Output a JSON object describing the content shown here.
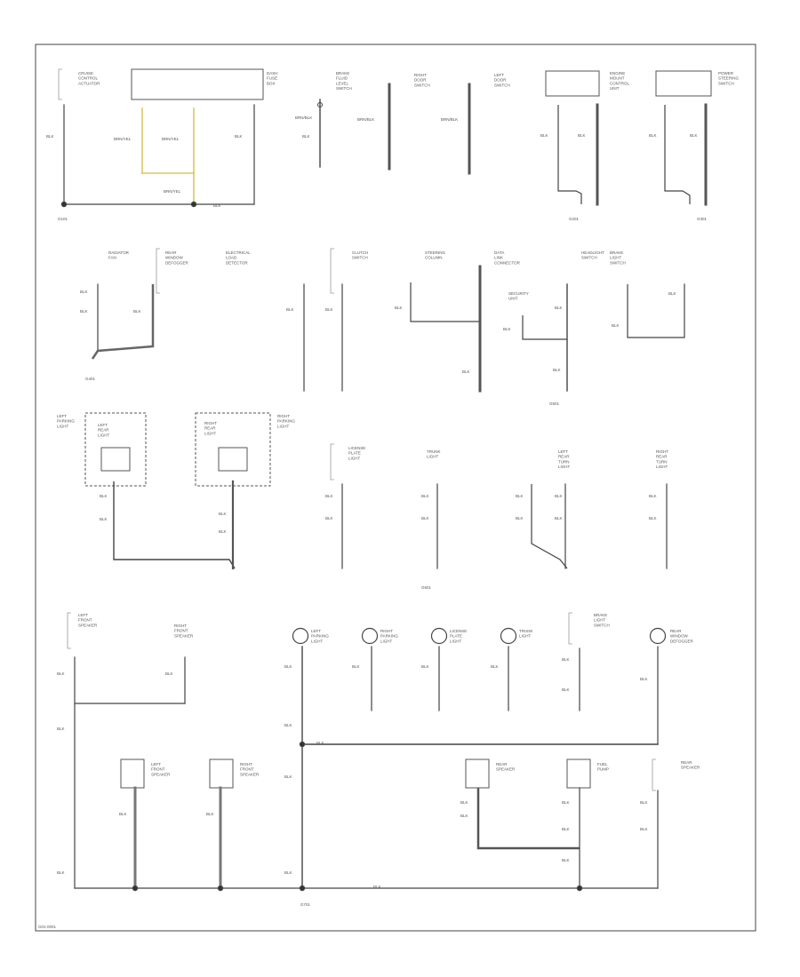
{
  "diagram": {
    "footer_code": "G01-0001",
    "wire_labels": {
      "blk": "BLK",
      "brn_yel": "BRN/YEL",
      "brn_blk": "BRN/BLK"
    },
    "components": {
      "cruise_control_actuator": "CRUISE CONTROL ACTUATOR",
      "dash_fuse_box": "DASH FUSE BOX",
      "brake_fluid_level_switch": "BRAKE FLUID LEVEL SWITCH",
      "right_door_switch": "RIGHT DOOR SWITCH",
      "left_door_switch": "LEFT DOOR SWITCH",
      "engine_mount_control_unit": "ENGINE MOUNT CONTROL UNIT",
      "power_steering_switch": "POWER STEERING SWITCH",
      "radiator_fan": "RADIATOR FAN",
      "rear_window_defogger": "REAR WINDOW DEFOGGER",
      "electrical_load_detector": "ELECTRICAL LOAD DETECTOR",
      "clutch_switch": "CLUTCH SWITCH",
      "steering_column": "STEERING COLUMN",
      "data_link_connector": "DATA LINK CONNECTOR",
      "security_unit": "SECURITY UNIT",
      "headlight_switch": "HEADLIGHT SWITCH",
      "brake_light_switch": "BRAKE LIGHT SWITCH",
      "left_parking_light": "LEFT PARKING LIGHT",
      "right_parking_light": "RIGHT PARKING LIGHT",
      "license_plate_light": "LICENSE PLATE LIGHT",
      "trunk_light": "TRUNK LIGHT",
      "left_rear_light": "LEFT REAR LIGHT",
      "right_rear_light": "RIGHT REAR LIGHT",
      "left_rear_turn_light": "LEFT REAR TURN LIGHT",
      "right_rear_turn_light": "RIGHT REAR TURN LIGHT",
      "left_front_speaker": "LEFT FRONT SPEAKER",
      "right_front_speaker": "RIGHT FRONT SPEAKER",
      "rear_window_defogger_2": "REAR WINDOW DEFOGGER",
      "fuel_pump": "FUEL PUMP",
      "rear_speaker": "REAR SPEAKER"
    },
    "grounds": {
      "g1": "G101",
      "g2": "G201",
      "g3": "G301",
      "g4": "G401",
      "g5": "G501",
      "g6": "G601",
      "g7": "G701"
    }
  }
}
